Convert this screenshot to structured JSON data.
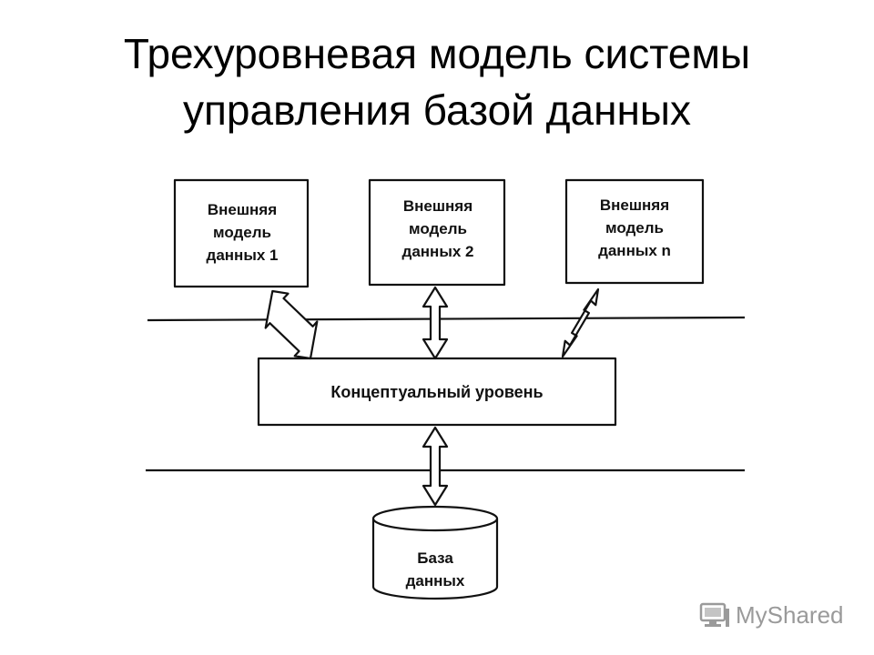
{
  "title": {
    "line1": "Трехуровневая модель системы",
    "line2": "управления базой данных"
  },
  "external_models": [
    {
      "line1": "Внешняя",
      "line2": "модель",
      "line3": "данных 1"
    },
    {
      "line1": "Внешняя",
      "line2": "модель",
      "line3": "данных 2"
    },
    {
      "line1": "Внешняя",
      "line2": "модель",
      "line3": "данных n"
    }
  ],
  "conceptual_level": {
    "label": "Концептуальный уровень"
  },
  "database": {
    "line1": "База",
    "line2": "данных"
  },
  "watermark": {
    "text": "MyShared",
    "icon": "monitor-icon"
  },
  "colors": {
    "ink": "#111111",
    "watermark": "#9a9a9a",
    "background": "#ffffff"
  }
}
